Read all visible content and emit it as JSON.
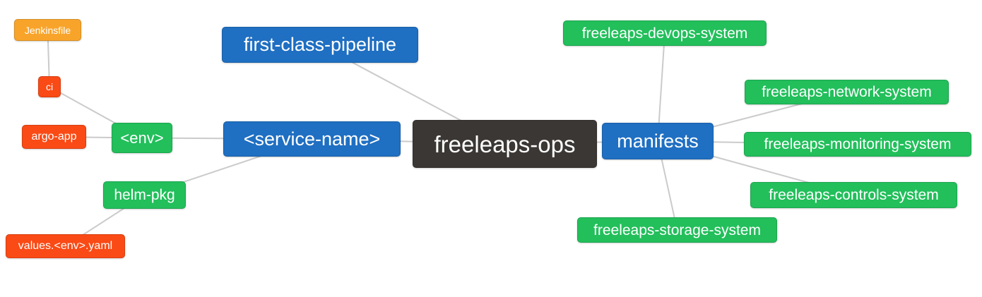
{
  "mindmap": {
    "root": {
      "label": "freeleaps-ops"
    },
    "nodes": {
      "first_class_pipeline": {
        "label": "first-class-pipeline"
      },
      "service_name": {
        "label": "<service-name>"
      },
      "manifests": {
        "label": "manifests"
      },
      "env": {
        "label": "<env>"
      },
      "helm_pkg": {
        "label": "helm-pkg"
      },
      "argo_app": {
        "label": "argo-app"
      },
      "ci": {
        "label": "ci"
      },
      "jenkinsfile": {
        "label": "Jenkinsfile"
      },
      "values_env_yaml": {
        "label": "values.<env>.yaml"
      },
      "devops_system": {
        "label": "freeleaps-devops-system"
      },
      "network_system": {
        "label": "freeleaps-network-system"
      },
      "monitoring_system": {
        "label": "freeleaps-monitoring-system"
      },
      "controls_system": {
        "label": "freeleaps-controls-system"
      },
      "storage_system": {
        "label": "freeleaps-storage-system"
      }
    },
    "edges": [
      [
        "jenkinsfile",
        "ci"
      ],
      [
        "ci",
        "env"
      ],
      [
        "argo_app",
        "env"
      ],
      [
        "env",
        "service_name"
      ],
      [
        "helm_pkg",
        "service_name"
      ],
      [
        "values_env_yaml",
        "helm_pkg"
      ],
      [
        "first_class_pipeline",
        "root"
      ],
      [
        "service_name",
        "root"
      ],
      [
        "root",
        "manifests"
      ],
      [
        "manifests",
        "devops_system"
      ],
      [
        "manifests",
        "network_system"
      ],
      [
        "manifests",
        "monitoring_system"
      ],
      [
        "manifests",
        "controls_system"
      ],
      [
        "manifests",
        "storage_system"
      ]
    ],
    "colors": {
      "root_bg": "#3b3734",
      "level1_bg": "#1f6fc2",
      "level2_bg": "#22bf5b",
      "level3_bg": "#fa4a15",
      "level4_bg": "#f8a42a",
      "edge": "#cbcbcb",
      "text": "#ffffff",
      "background": "#ffffff"
    }
  }
}
